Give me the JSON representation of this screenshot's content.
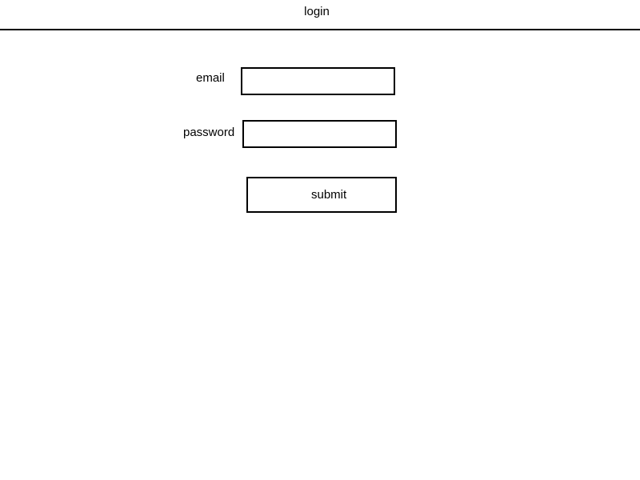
{
  "header": {
    "title": "login"
  },
  "form": {
    "email": {
      "label": "email",
      "value": "",
      "placeholder": ""
    },
    "password": {
      "label": "password",
      "value": "",
      "placeholder": ""
    },
    "submit_label": "submit"
  },
  "colors": {
    "border": "#000000",
    "background": "#ffffff",
    "text": "#000000"
  }
}
